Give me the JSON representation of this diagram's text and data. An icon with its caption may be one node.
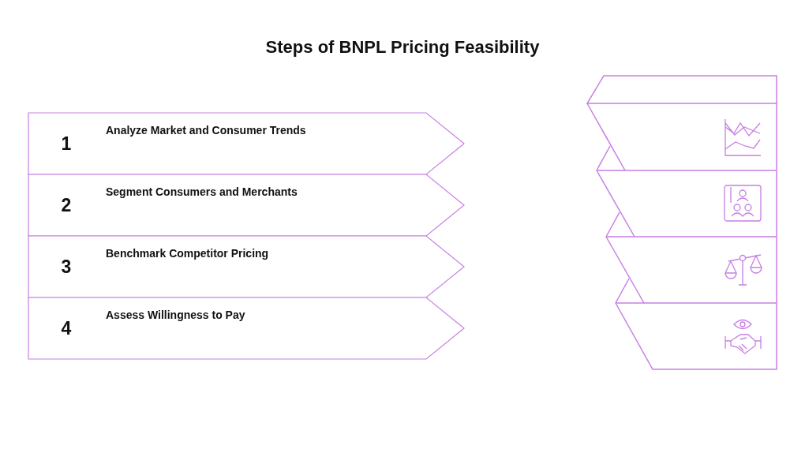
{
  "diagram": {
    "title": "Steps of BNPL Pricing Feasibility",
    "nodes": [
      {
        "text": [
          "1",
          "Analyze Market and Consumer Trends"
        ]
      },
      {
        "text": [
          "2",
          "Segment Consumers and Merchants"
        ]
      },
      {
        "text": [
          "3",
          "Benchmark Competitor Pricing"
        ]
      },
      {
        "text": [
          "4",
          "Assess Willingness to Pay"
        ]
      }
    ]
  }
}
